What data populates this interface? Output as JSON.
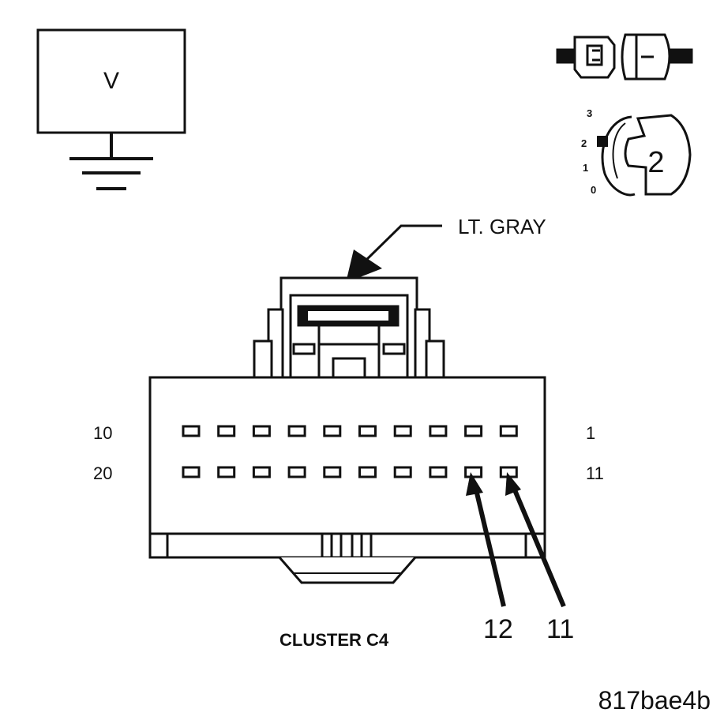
{
  "meter": {
    "label": "V"
  },
  "ignition": {
    "positions": [
      "3",
      "2",
      "1",
      "0"
    ],
    "key_label": "2"
  },
  "connector": {
    "color_label": "LT. GRAY",
    "name": "CLUSTER C4",
    "pin_labels": {
      "top_left": "10",
      "top_right": "1",
      "bottom_left": "20",
      "bottom_right": "11"
    },
    "probe_labels": [
      "12",
      "11"
    ],
    "pins_per_row": 10
  },
  "figure_id": "817bae4b"
}
